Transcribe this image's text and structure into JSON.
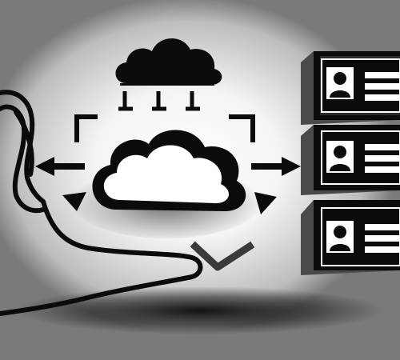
{
  "scene": {
    "description": "",
    "elements": [
      "small-cloud-icon",
      "large-cloud-icon",
      "hand-outline",
      "server-rack",
      "user-profile-icons",
      "arrows",
      "chevron-down-icon"
    ]
  },
  "colors": {
    "ink": "#0b0b0b",
    "paper": "#ffffff",
    "server_face": "#2b2b2b",
    "server_side": "#4a4a4a",
    "shadow": "#1a1a1a"
  }
}
